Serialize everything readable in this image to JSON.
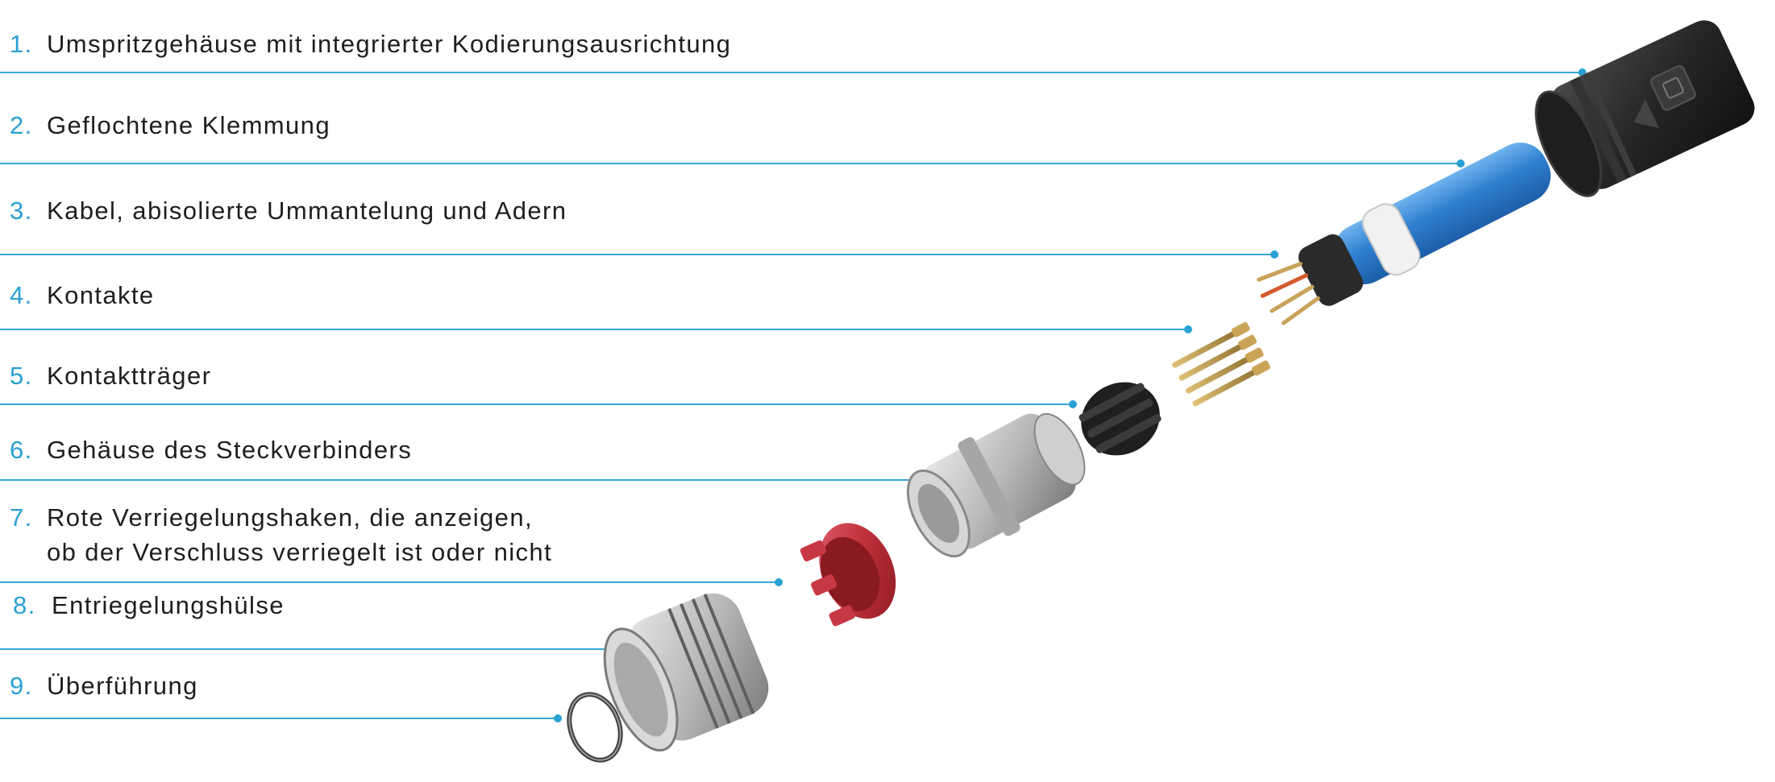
{
  "callouts": [
    {
      "number": "1.",
      "text": "Umspritzgehäuse mit integrierter Kodierungsausrichtung"
    },
    {
      "number": "2.",
      "text": "Geflochtene Klemmung"
    },
    {
      "number": "3.",
      "text": "Kabel, abisolierte Ummantelung und Adern"
    },
    {
      "number": "4.",
      "text": "Kontakte"
    },
    {
      "number": "5.",
      "text": "Kontaktträger"
    },
    {
      "number": "6.",
      "text": "Gehäuse des Steckverbinders"
    },
    {
      "number": "7.",
      "text": "Rote Verriegelungshaken, die anzeigen,",
      "text2": "ob der Verschluss verriegelt ist oder nicht"
    },
    {
      "number": "8.",
      "text": "Entriegelungshülse"
    },
    {
      "number": "9.",
      "text": "Überführung"
    }
  ],
  "colors": {
    "number_accent": "#2aa0d4",
    "leader_line": "#38a7d6",
    "cable_blue": "#2f7fd0",
    "locking_hook_red": "#c0303a",
    "overmold_black": "#262626",
    "contact_gold": "#b08a3c",
    "metal_silver": "#b9b9b9"
  }
}
